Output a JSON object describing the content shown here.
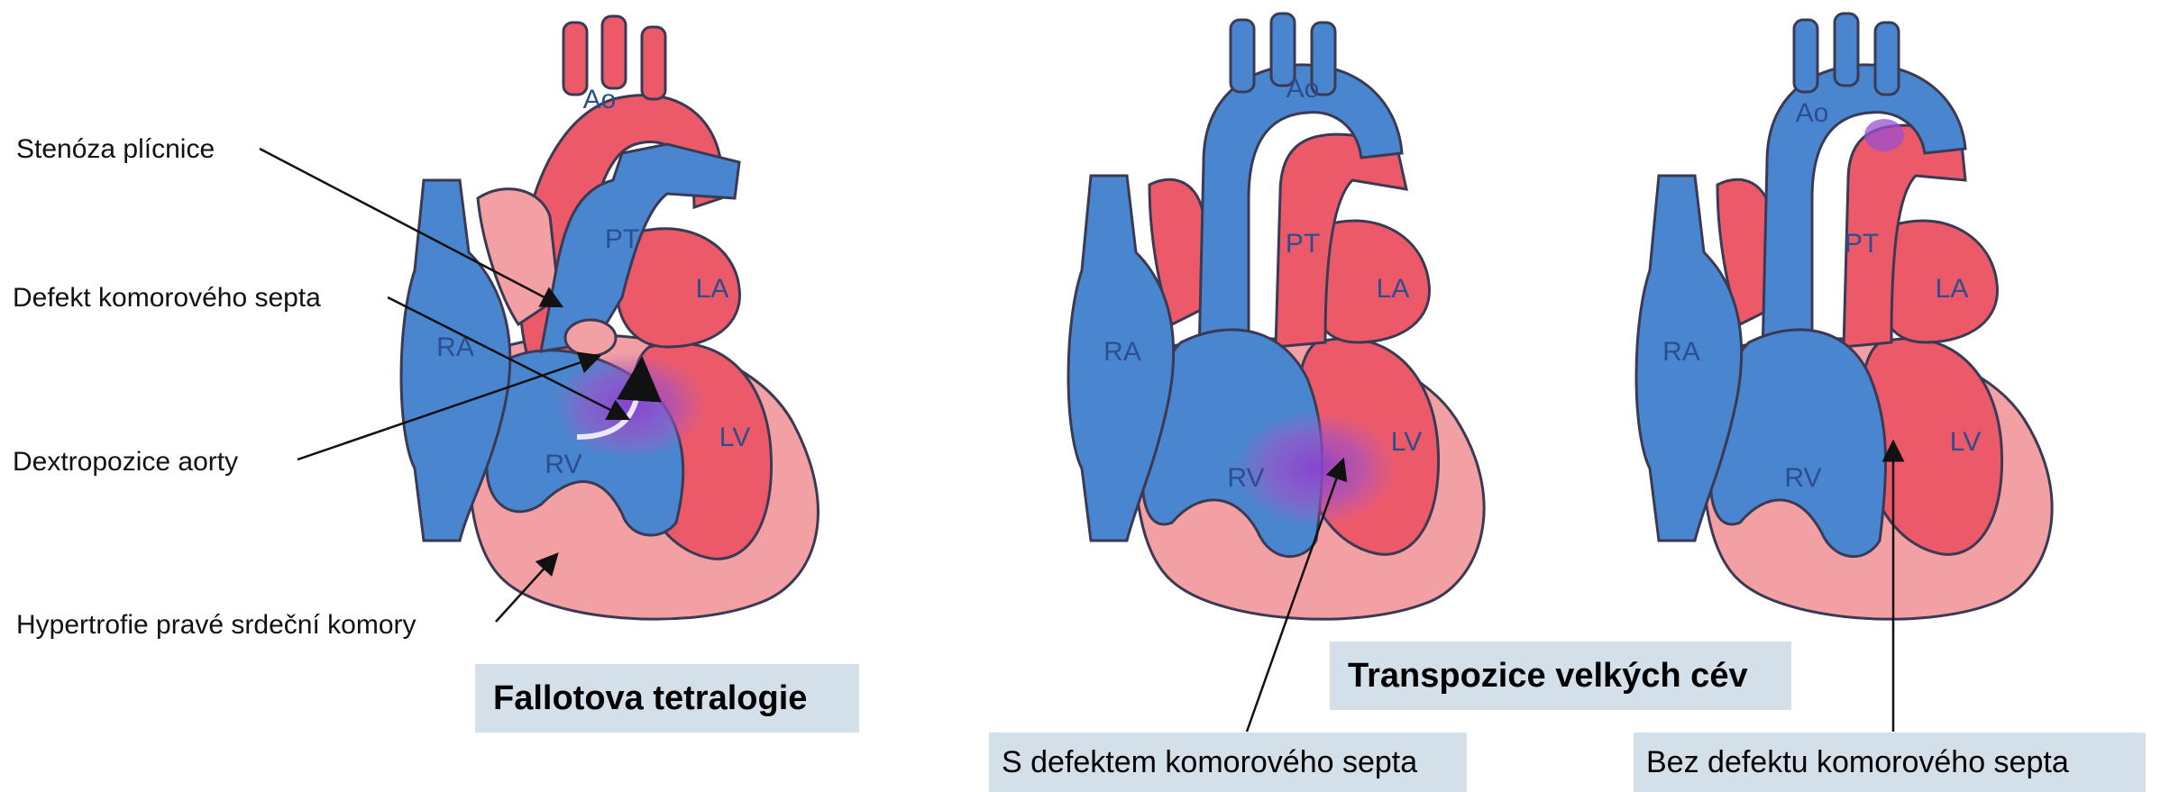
{
  "colors": {
    "blue": "#4a86cf",
    "red": "#ec5a6a",
    "pink": "#f3a0a4",
    "outline": "#3a3a55",
    "mix": "#9b4fcf",
    "label_box": "#d3dfe9"
  },
  "hearts": {
    "fallot": {
      "ao": "Ao",
      "pt": "PT",
      "la": "LA",
      "ra": "RA",
      "rv": "RV",
      "lv": "LV"
    },
    "tgv_vsd": {
      "ao": "Ao",
      "pt": "PT",
      "la": "LA",
      "ra": "RA",
      "rv": "RV",
      "lv": "LV"
    },
    "tgv_novsd": {
      "ao": "Ao",
      "pt": "PT",
      "la": "LA",
      "ra": "RA",
      "rv": "RV",
      "lv": "LV"
    }
  },
  "annotations": {
    "pulmonary_stenosis": "Stenóza plícnice",
    "vsd": "Defekt komorového septa",
    "aorta_dextroposition": "Dextropozice aorty",
    "rv_hypertrophy": "Hypertrofie pravé srdeční komory"
  },
  "titles": {
    "fallot": "Fallotova tetralogie",
    "tgv": "Transpozice velkých cév",
    "with_vsd": "S defektem komorového septa",
    "without_vsd": "Bez defektu komorového septa"
  }
}
